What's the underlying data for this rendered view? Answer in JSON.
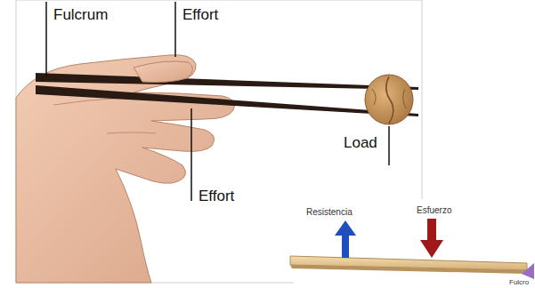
{
  "diagram": {
    "labels": [
      "Fulcrum",
      "Effort",
      "Effort",
      "Load",
      "Resistencia",
      "Esfuerzo",
      "Fulcro"
    ]
  }
}
